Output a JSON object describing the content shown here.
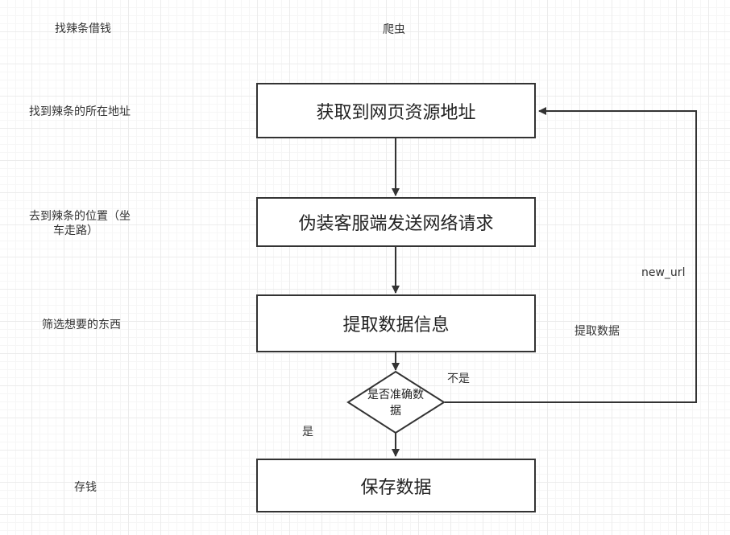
{
  "left_column": {
    "header": "找辣条借钱",
    "steps": [
      "找到辣条的所在地址",
      "去到辣条的位置（坐",
      "车走路）",
      "筛选想要的东西",
      "存钱"
    ]
  },
  "flow": {
    "header": "爬虫",
    "nodes": {
      "get_url": "获取到网页资源地址",
      "send_request": "伪装客服端发送网络请求",
      "extract": "提取数据信息",
      "decision_line1": "是否准确数",
      "decision_line2": "据",
      "save": "保存数据"
    },
    "edge_labels": {
      "no": "不是",
      "yes": "是",
      "new_url": "new_url",
      "extract_data": "提取数据"
    }
  },
  "colors": {
    "stroke": "#333333",
    "grid": "#ececec",
    "background": "#ffffff"
  }
}
